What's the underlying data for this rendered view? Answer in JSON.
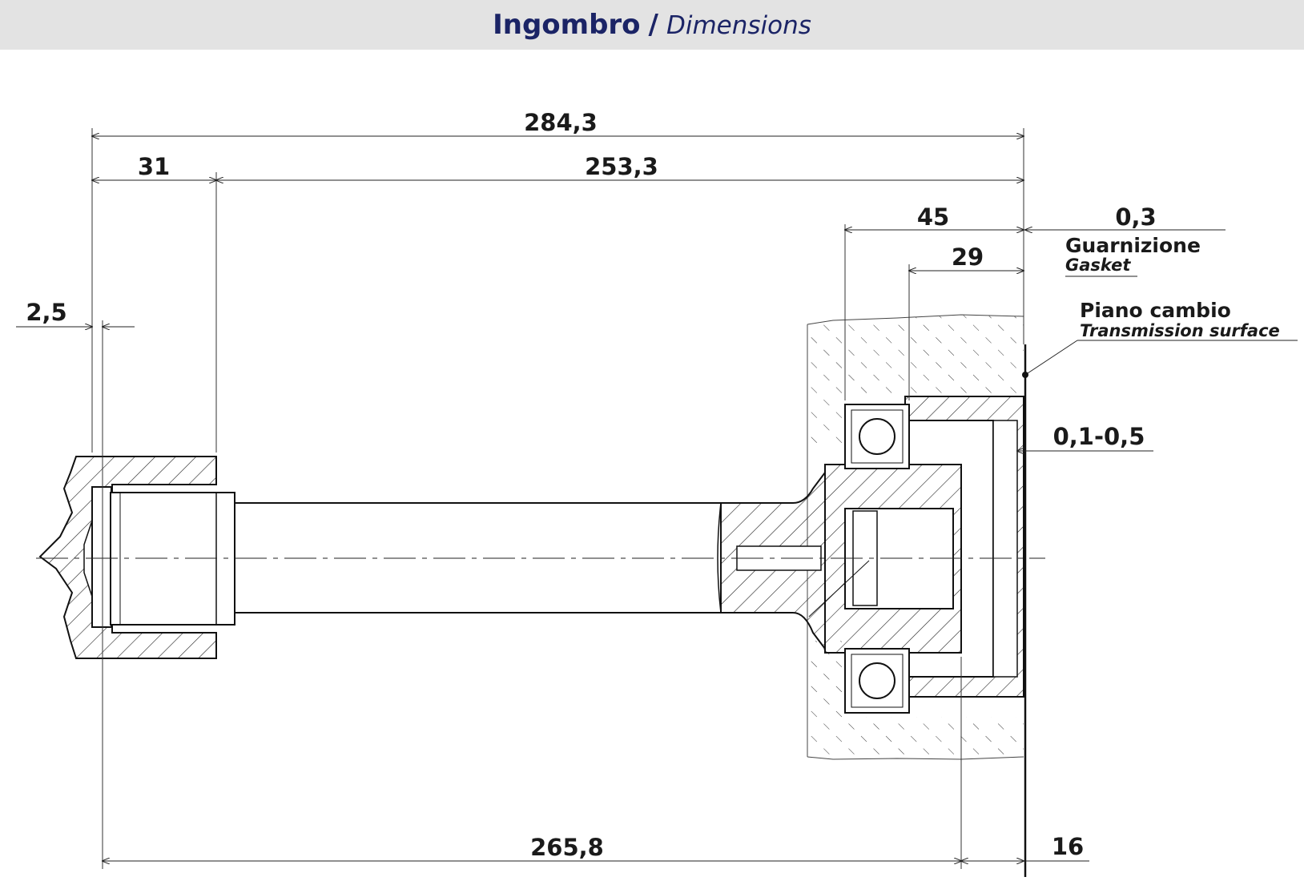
{
  "header": {
    "title": "Ingombro",
    "separator": "/",
    "subtitle": "Dimensions"
  },
  "dimensions": {
    "overall_length": "284,3",
    "flange_to_shoulder": "31",
    "shoulder_to_surface": "253,3",
    "gasket_thickness": "0,3",
    "housing_depth": "45",
    "bearing_depth": "29",
    "end_offset": "2,5",
    "clearance": "0,1-0,5",
    "spline_length": "265,8",
    "pilot_length": "16"
  },
  "labels": {
    "gasket_it": "Guarnizione",
    "gasket_en": "Gasket",
    "surface_it": "Piano cambio",
    "surface_en": "Transmission surface"
  },
  "colors": {
    "header_bg": "#e3e3e3",
    "title_color": "#1b2466",
    "line_color": "#1a1a1a"
  }
}
